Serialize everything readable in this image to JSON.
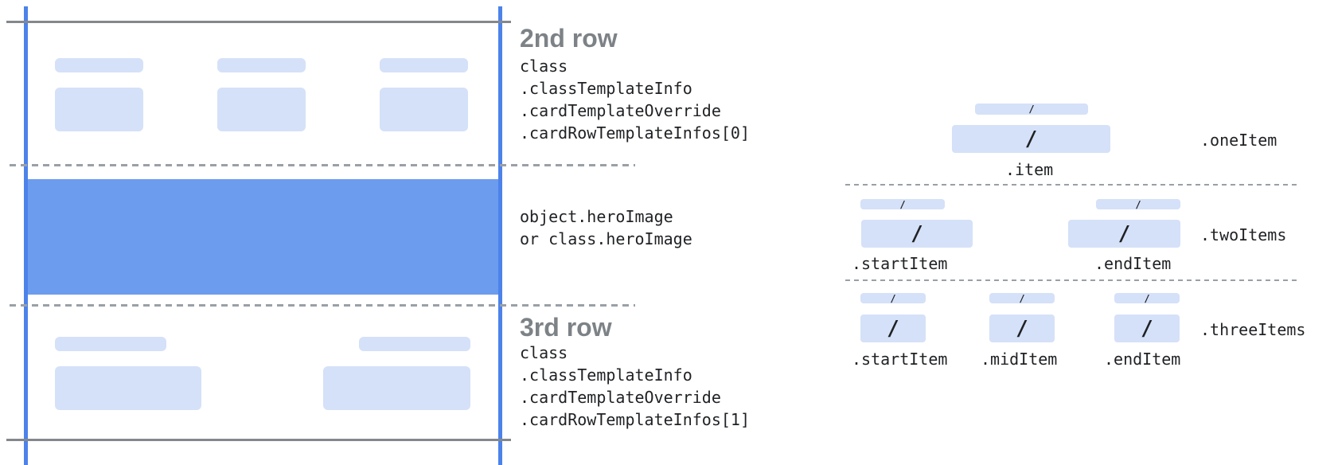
{
  "middle_column": {
    "second_row": {
      "heading": "2nd row",
      "code_lines": [
        "class",
        ".classTemplateInfo",
        ".cardTemplateOverride",
        ".cardRowTemplateInfos[0]"
      ]
    },
    "hero": {
      "code_lines": [
        "object.heroImage",
        "or class.heroImage"
      ]
    },
    "third_row": {
      "heading": "3rd row",
      "code_lines": [
        "class",
        ".classTemplateInfo",
        ".cardTemplateOverride",
        ".cardRowTemplateInfos[1]"
      ]
    }
  },
  "items_panel": {
    "slash_glyph": "/",
    "one_item": {
      "row_label": ".oneItem",
      "item_labels": [
        ".item"
      ]
    },
    "two_items": {
      "row_label": ".twoItems",
      "item_labels": [
        ".startItem",
        ".endItem"
      ]
    },
    "three_items": {
      "row_label": ".threeItems",
      "item_labels": [
        ".startItem",
        ".midItem",
        ".endItem"
      ]
    }
  },
  "colors": {
    "guide_blue": "#4c82ea",
    "hero_fill": "#6c9cee",
    "chip_fill": "#d5e1f8",
    "boundary_gray": "#84888c",
    "dash_gray": "#9aa0a6",
    "heading_gray": "#7d8287",
    "code_text": "#1f2124"
  }
}
